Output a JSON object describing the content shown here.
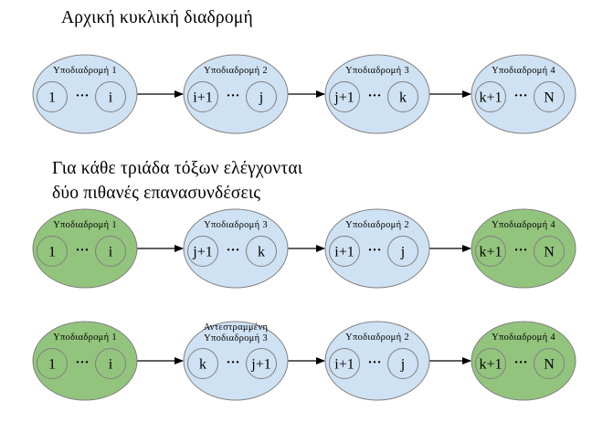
{
  "headings": {
    "initial": "Αρχική κυκλική διαδρομή",
    "line1": "Για κάθε τριάδα τόξων ελέγχονται",
    "line2": "δύο πιθανές επανασυνδέσεις"
  },
  "colors": {
    "blue_fill": "#cfe2f3",
    "green_fill": "#93c47d",
    "outline": "#7f7f7f",
    "arrow": "#000000"
  },
  "rows": [
    {
      "name": "initial-route",
      "subroutes": [
        {
          "label": [
            "Υποδιαδρομή 1"
          ],
          "from": "1",
          "dots": "···",
          "to": "i",
          "color": "blue"
        },
        {
          "label": [
            "Υποδιαδρομή 2"
          ],
          "from": "i+1",
          "dots": "···",
          "to": "j",
          "color": "blue"
        },
        {
          "label": [
            "Υποδιαδρομή 3"
          ],
          "from": "j+1",
          "dots": "···",
          "to": "k",
          "color": "blue"
        },
        {
          "label": [
            "Υποδιαδρομή 4"
          ],
          "from": "k+1",
          "dots": "···",
          "to": "N",
          "color": "blue"
        }
      ]
    },
    {
      "name": "reconnection-1",
      "subroutes": [
        {
          "label": [
            "Υποδιαδρομή 1"
          ],
          "from": "1",
          "dots": "···",
          "to": "i",
          "color": "green"
        },
        {
          "label": [
            "Υποδιαδρομή 3"
          ],
          "from": "j+1",
          "dots": "···",
          "to": "k",
          "color": "blue"
        },
        {
          "label": [
            "Υποδιαδρομή 2"
          ],
          "from": "i+1",
          "dots": "···",
          "to": "j",
          "color": "blue"
        },
        {
          "label": [
            "Υποδιαδρομή 4"
          ],
          "from": "k+1",
          "dots": "···",
          "to": "N",
          "color": "green"
        }
      ]
    },
    {
      "name": "reconnection-2",
      "subroutes": [
        {
          "label": [
            "Υποδιαδρομή 1"
          ],
          "from": "1",
          "dots": "···",
          "to": "i",
          "color": "green"
        },
        {
          "label": [
            "Αντεστραμμένη",
            "Υποδιαδρομή 3"
          ],
          "from": "k",
          "dots": "···",
          "to": "j+1",
          "color": "blue"
        },
        {
          "label": [
            "Υποδιαδρομή 2"
          ],
          "from": "i+1",
          "dots": "···",
          "to": "j",
          "color": "blue"
        },
        {
          "label": [
            "Υποδιαδρομή 4"
          ],
          "from": "k+1",
          "dots": "···",
          "to": "N",
          "color": "green"
        }
      ]
    }
  ]
}
